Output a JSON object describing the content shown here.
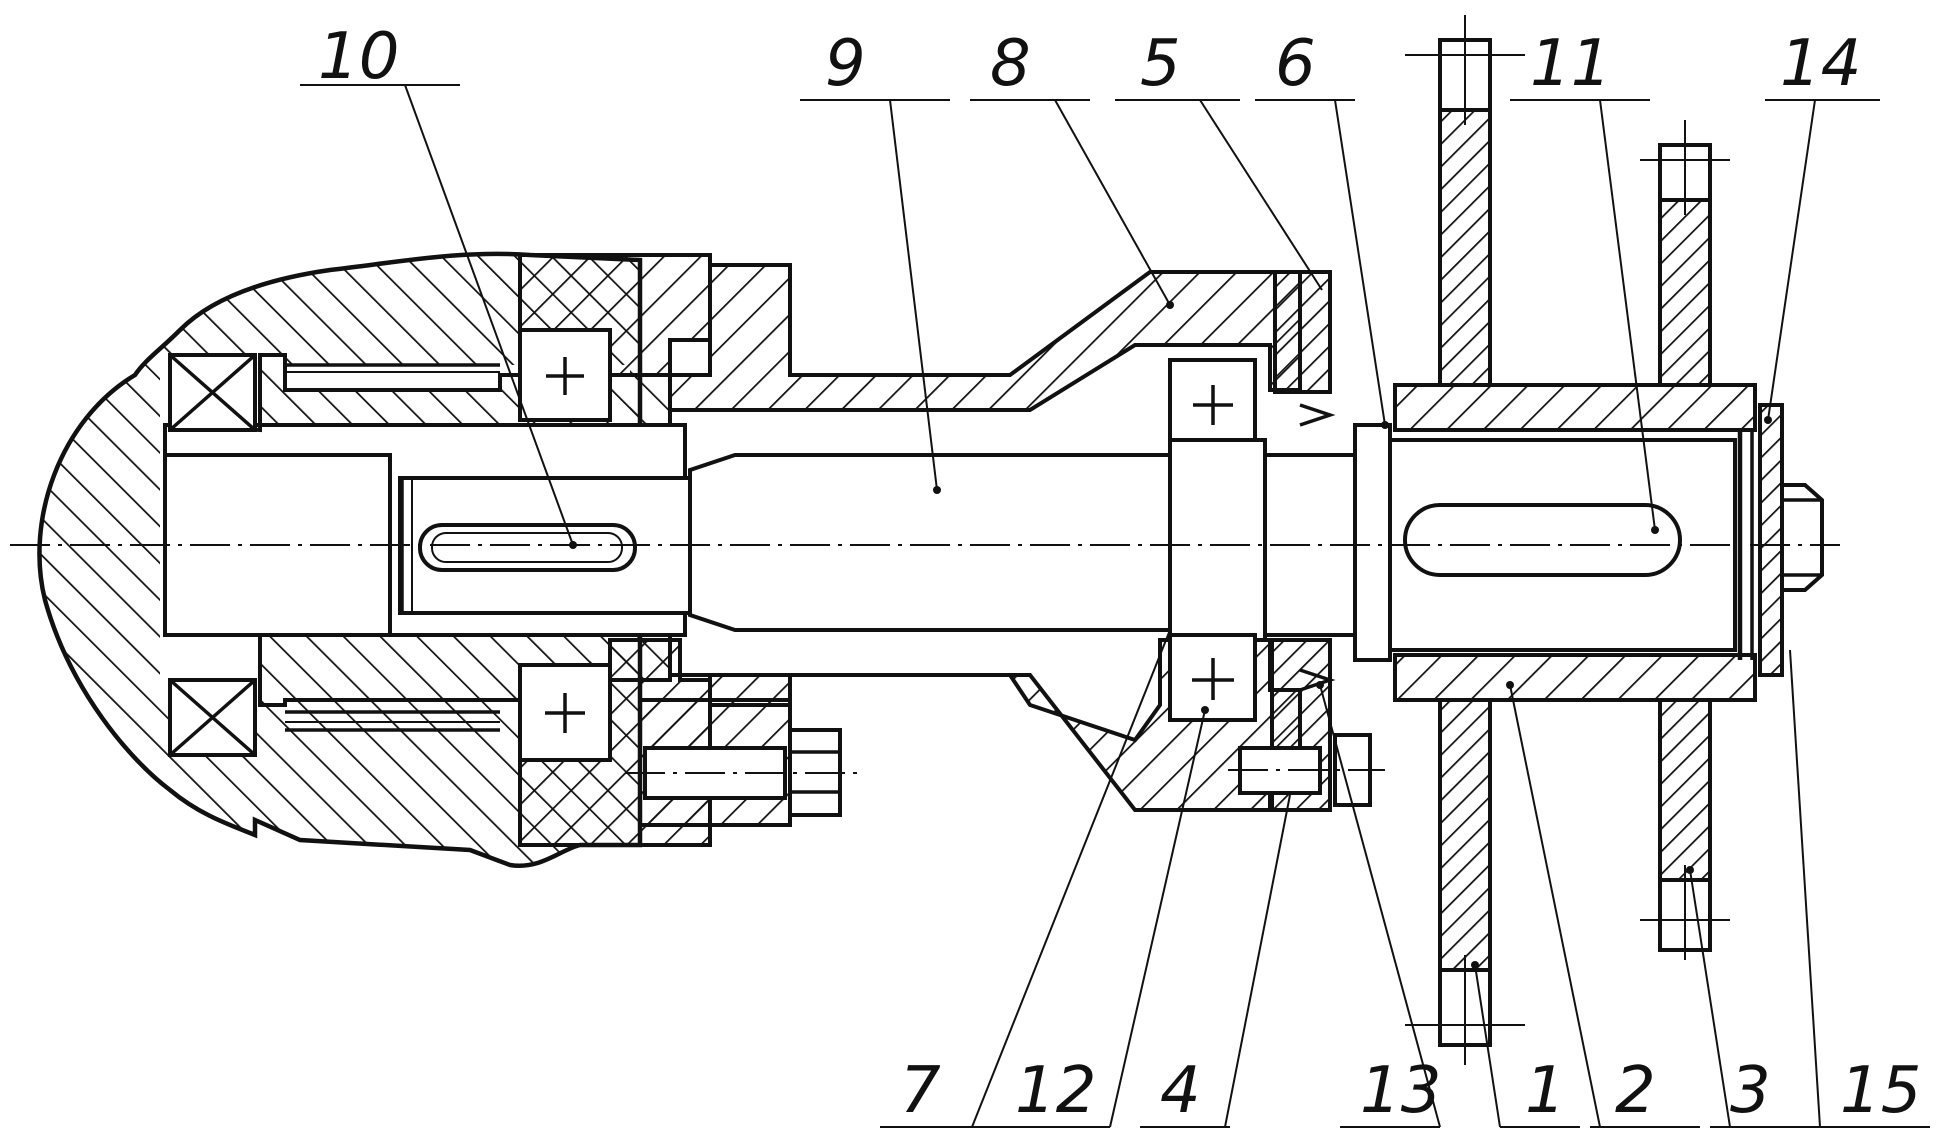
{
  "diagram": {
    "callouts_top": [
      {
        "id": "10",
        "text": "10"
      },
      {
        "id": "9",
        "text": "9"
      },
      {
        "id": "8",
        "text": "8"
      },
      {
        "id": "5",
        "text": "5"
      },
      {
        "id": "6",
        "text": "6"
      },
      {
        "id": "11",
        "text": "11"
      },
      {
        "id": "14",
        "text": "14"
      }
    ],
    "callouts_bottom": [
      {
        "id": "7",
        "text": "7"
      },
      {
        "id": "12",
        "text": "12"
      },
      {
        "id": "4",
        "text": "4"
      },
      {
        "id": "13",
        "text": "13"
      },
      {
        "id": "1",
        "text": "1"
      },
      {
        "id": "2",
        "text": "2"
      },
      {
        "id": "3",
        "text": "3"
      },
      {
        "id": "15",
        "text": "15"
      }
    ],
    "colors": {
      "line": "#111111",
      "background": "#ffffff"
    }
  }
}
